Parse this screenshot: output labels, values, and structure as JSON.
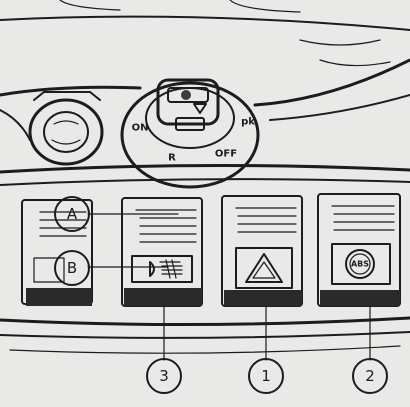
{
  "ignition": {
    "on_label": "ON",
    "pk_label": "pk",
    "r_label": "R",
    "off_label": "OFF"
  },
  "abs_label": "ABS",
  "callouts": {
    "a": "A",
    "b": "B",
    "n3": "3",
    "n1": "1",
    "n2": "2"
  }
}
